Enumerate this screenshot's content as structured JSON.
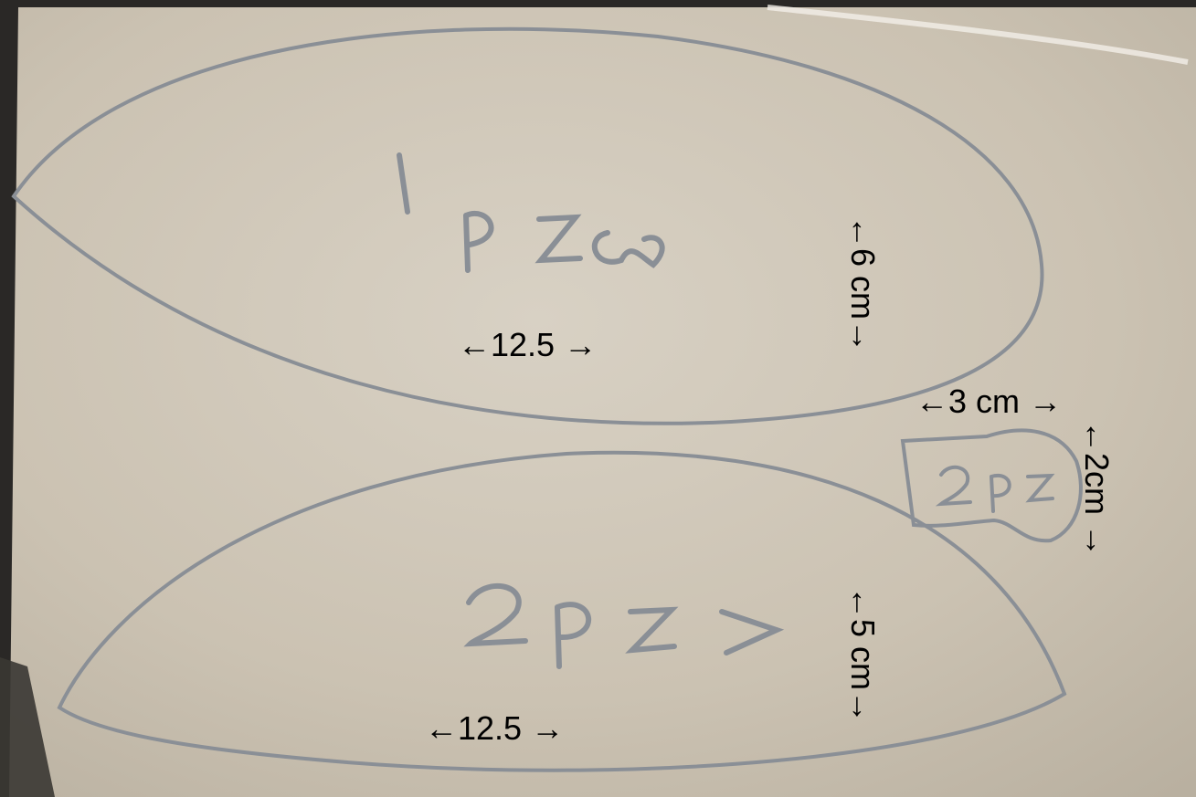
{
  "photo": {
    "paper_color": "#cfc6b7",
    "pencil_color": "#8a8f96",
    "handwriting": {
      "large_piece": "1 pzw",
      "lower_piece": "2pz>",
      "small_piece": "2pz"
    }
  },
  "annotations": {
    "large_width": "←12.5 →",
    "large_height": "←6 cm→",
    "small_width": "←3 cm →",
    "small_height": "←2cm →",
    "lower_height": "←5 cm→",
    "lower_width": "←12.5 →"
  }
}
